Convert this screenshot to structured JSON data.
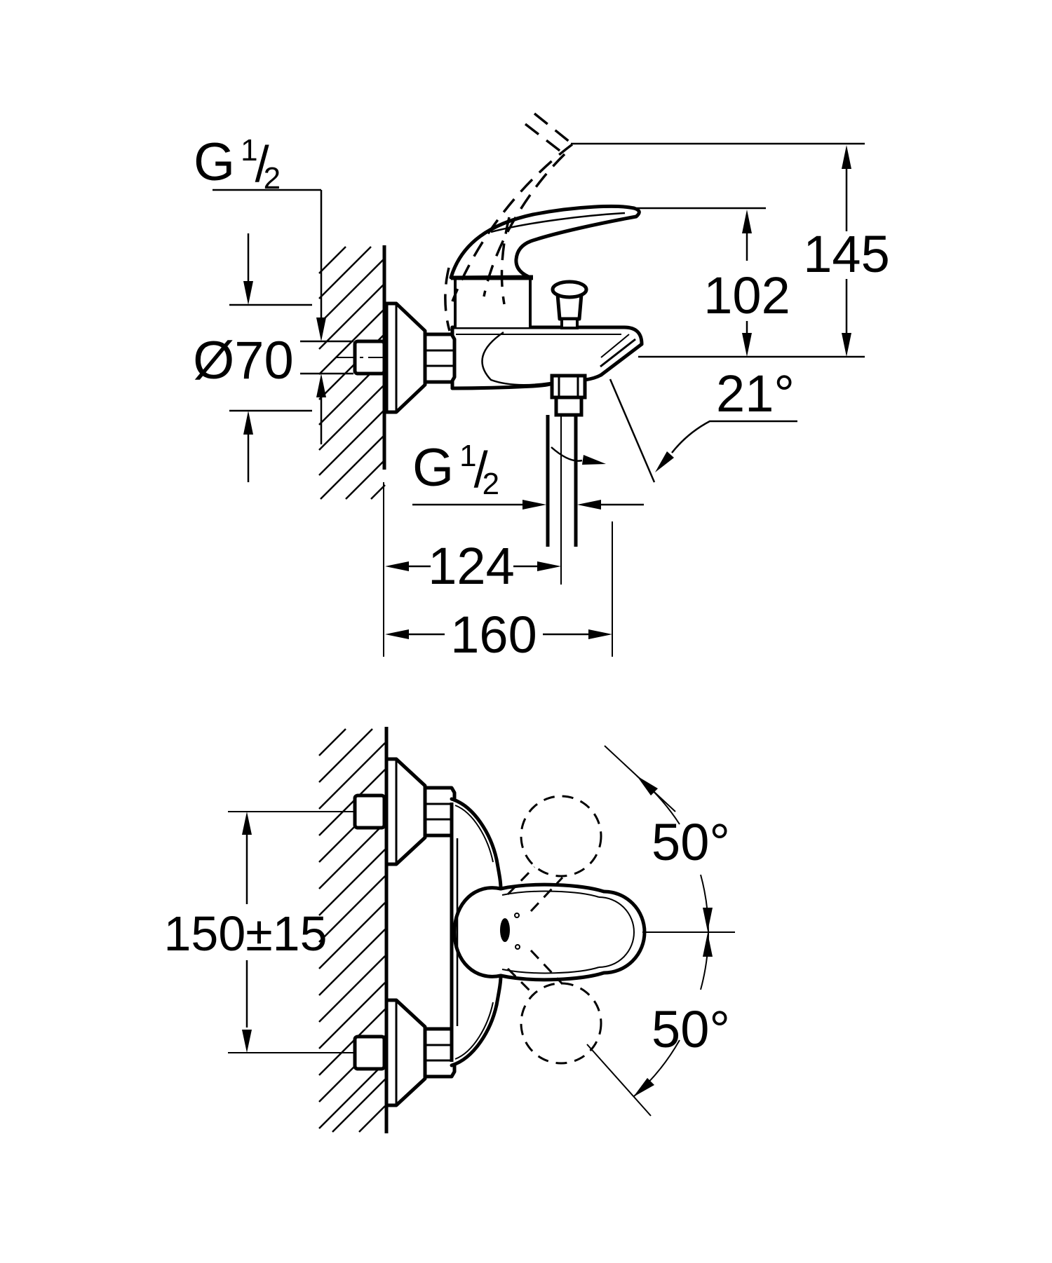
{
  "drawing": {
    "type": "technical-dimension-drawing",
    "line_color": "#000000",
    "background_color": "#ffffff"
  },
  "side_view": {
    "supply_thread_label": {
      "g": "G",
      "numerator": "1",
      "slash": "/",
      "denominator": "2"
    },
    "escutcheon_diameter_label": "Ø70",
    "handle_tip_height_label": "102",
    "handle_raised_height_label": "145",
    "spout_angle_label": "21°",
    "hose_thread_label": {
      "g": "G",
      "numerator": "1",
      "slash": "/",
      "denominator": "2"
    },
    "wall_to_hose_label": "124",
    "wall_to_spout_label": "160"
  },
  "plan_view": {
    "mounting_distance_label": "150±15",
    "swing_up_label": "50°",
    "swing_down_label": "50°"
  }
}
